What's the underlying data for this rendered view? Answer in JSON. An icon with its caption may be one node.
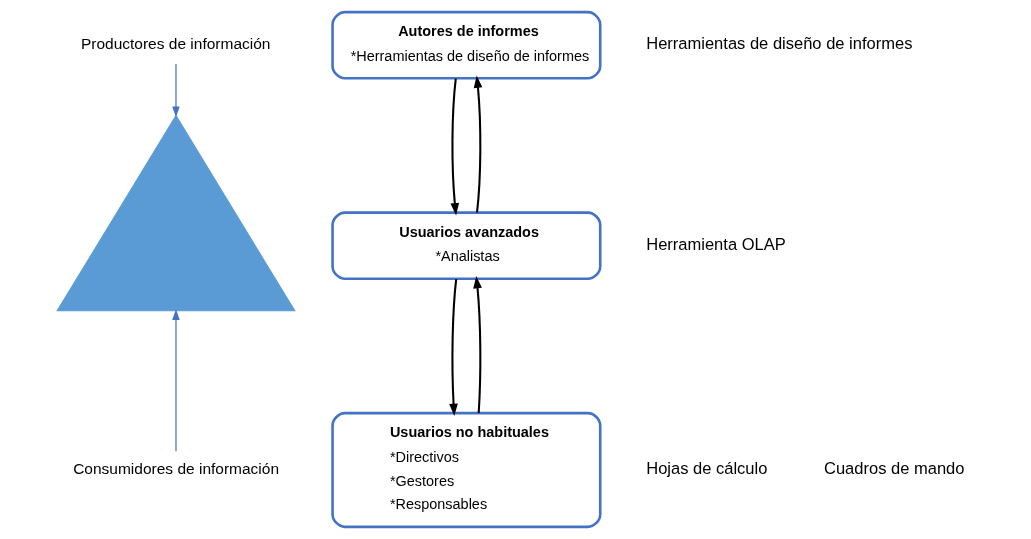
{
  "diagram": {
    "nodes": [
      {
        "text": [],
        "shape": "triangle"
      },
      {
        "text": [
          "Autores de informes",
          "*Herramientas de diseño de informes"
        ]
      },
      {
        "text": [
          "Usuarios avanzados",
          "*Analistas"
        ]
      },
      {
        "text": [
          "Usuarios no habituales",
          "*Directivos",
          "*Gestores",
          "*Responsables"
        ]
      },
      {
        "text": [
          "Productores de información"
        ]
      },
      {
        "text": [
          "Consumidores de información"
        ]
      }
    ],
    "edges": [
      {
        "from": 4,
        "to": 0,
        "arrow": "to",
        "color": "#4472c4"
      },
      {
        "from": 5,
        "to": 0,
        "arrow": "to",
        "color": "#4472c4"
      },
      {
        "from": 2,
        "to": 1,
        "arrow": "to"
      },
      {
        "from": 1,
        "to": 2,
        "arrow": "to"
      },
      {
        "from": 3,
        "to": 2,
        "arrow": "to"
      },
      {
        "from": 2,
        "to": 3,
        "arrow": "to"
      }
    ],
    "labels": [
      "Herramientas de diseño de informes",
      "Herramienta OLAP",
      "Hojas de cálculo",
      "Cuadros de mando"
    ]
  }
}
